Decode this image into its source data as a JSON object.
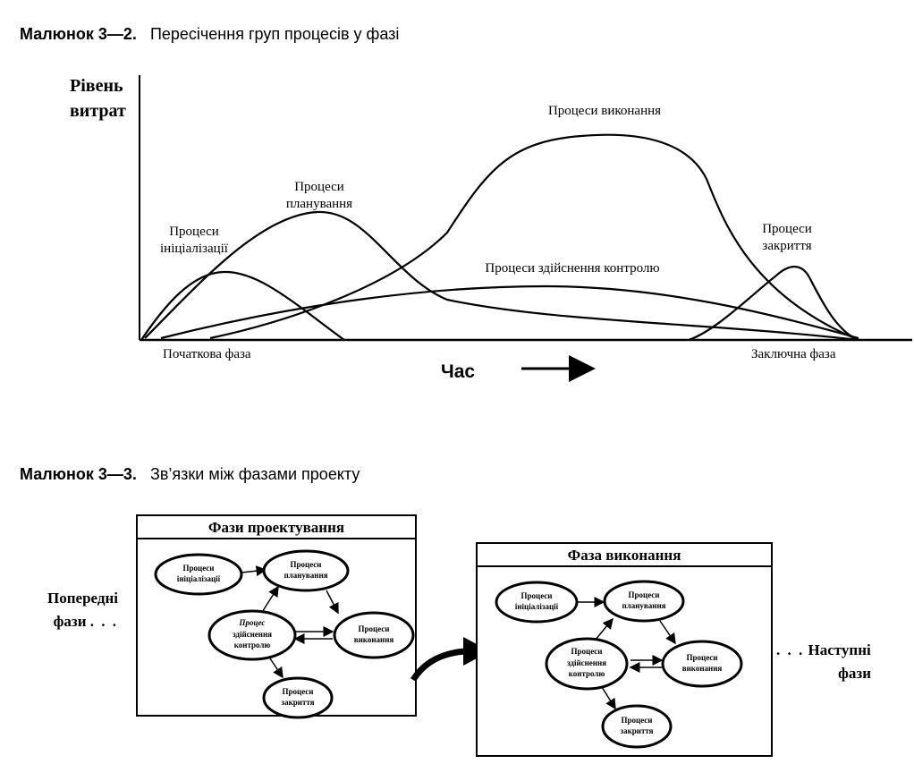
{
  "figure1": {
    "number": "Малюнок 3—2.",
    "title": "Пересічення груп процесів у фазі",
    "y_axis_label": [
      "Рівень",
      "витрат"
    ],
    "x_axis_label": "Час",
    "start_label": "Початкова фаза",
    "end_label": "Заключна фаза",
    "curves": [
      {
        "label": [
          "Процеси",
          "ініціалізації"
        ]
      },
      {
        "label": [
          "Процеси",
          "планування"
        ]
      },
      {
        "label": [
          "Процеси виконання"
        ]
      },
      {
        "label": [
          "Процеси здійснення контролю"
        ]
      },
      {
        "label": [
          "Процеси",
          "закриття"
        ]
      }
    ]
  },
  "figure2": {
    "number": "Малюнок 3—3.",
    "title": "Зв’язки між фазами проекту",
    "previous_phases": [
      "Попередні",
      "фази"
    ],
    "next_phases": [
      "Наступні",
      "фази"
    ],
    "ellipsis": ". . .",
    "boxes": [
      {
        "title": "Фази проектування",
        "nodes": {
          "init": [
            "Процеси",
            "ініціалізації"
          ],
          "plan": [
            "Процеси",
            "планування"
          ],
          "control": [
            "Процес",
            "здійснення",
            "контролю"
          ],
          "exec": [
            "Процеси",
            "виконання"
          ],
          "close": [
            "Процеси",
            "закриття"
          ]
        }
      },
      {
        "title": "Фаза виконання",
        "nodes": {
          "init": [
            "Процеси",
            "ініціалізації"
          ],
          "plan": [
            "Процеси",
            "планування"
          ],
          "control": [
            "Процеси",
            "здійснення",
            "контролю"
          ],
          "exec": [
            "Процеси",
            "виконання"
          ],
          "close": [
            "Процеси",
            "закриття"
          ]
        }
      }
    ]
  }
}
